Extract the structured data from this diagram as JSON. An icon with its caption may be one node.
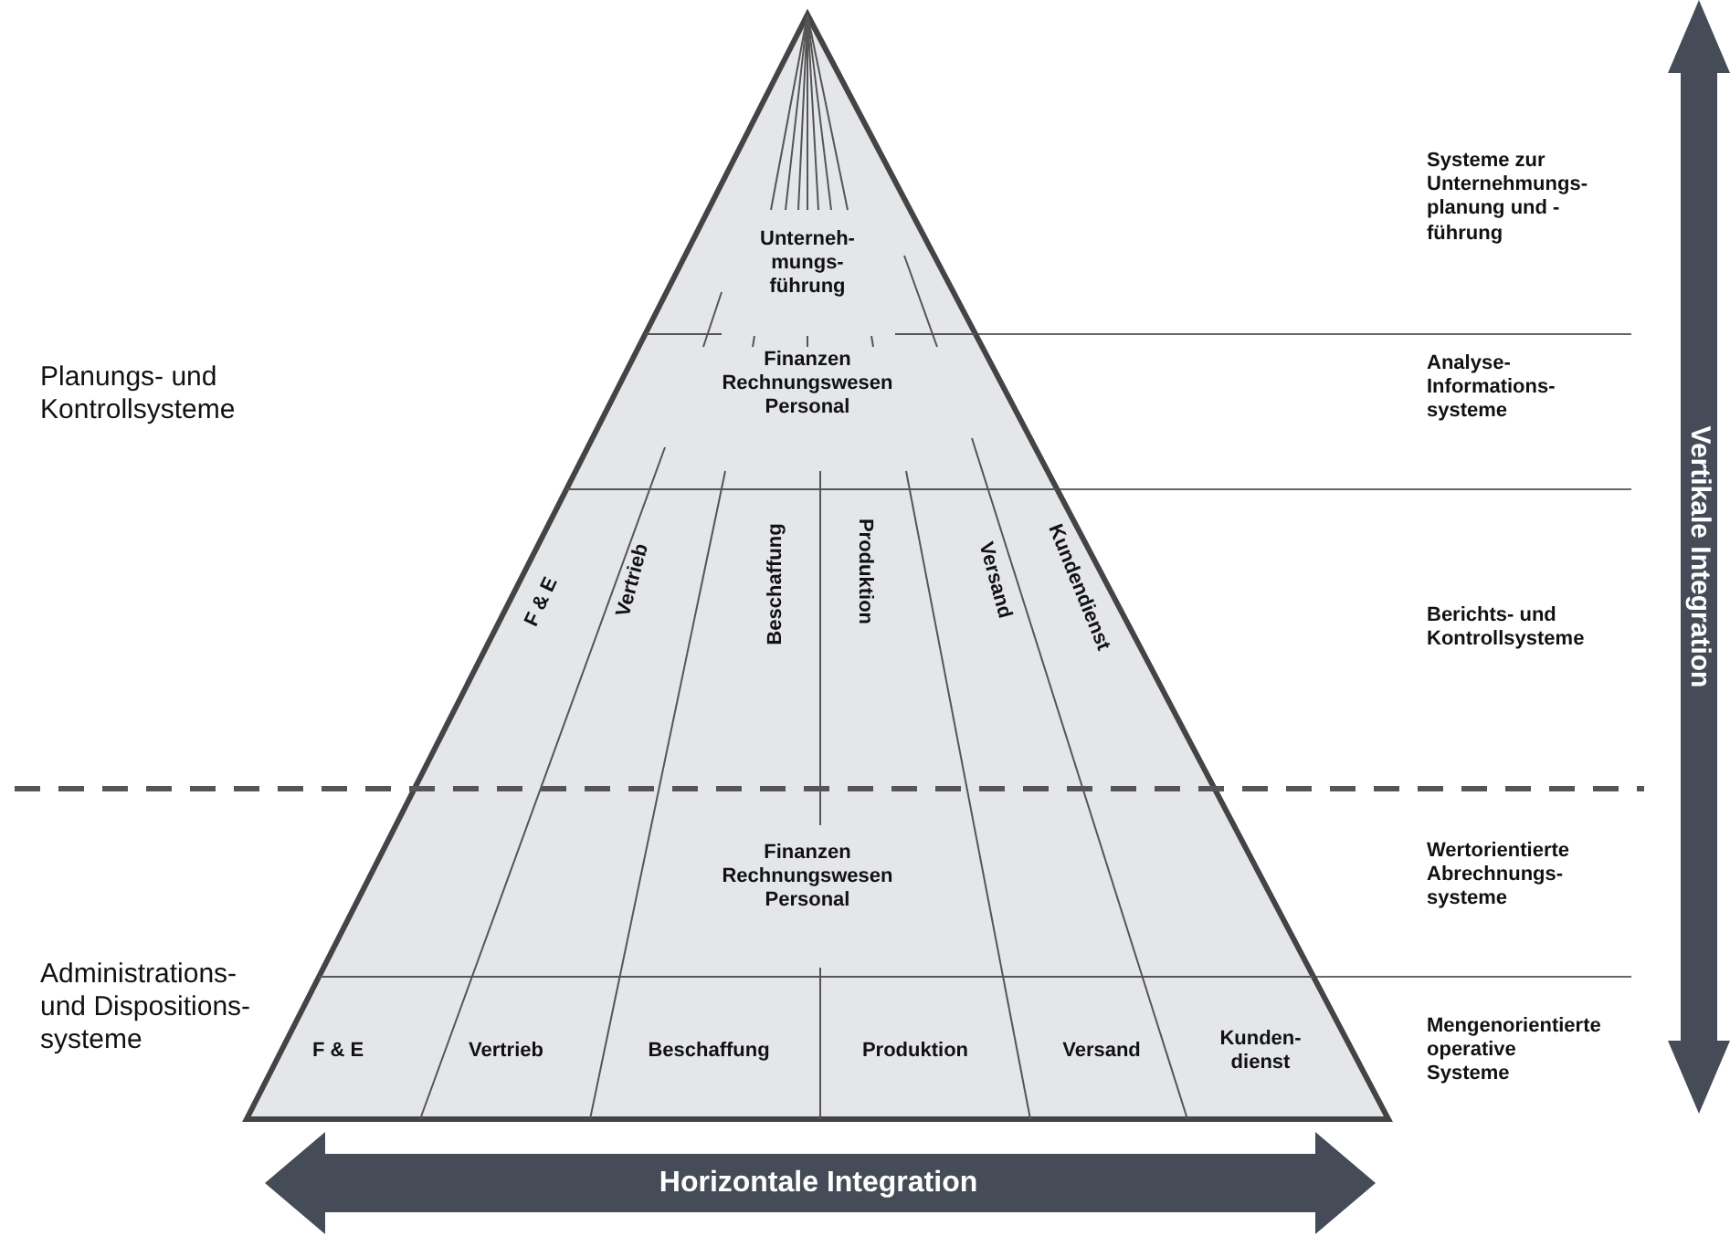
{
  "diagram": {
    "labels": [
      "Unterneh- mungs- führung",
      "Systeme zur Unternehmungs- planung und -führung",
      "Planungs- und Kontrollsysteme",
      "Finanzen Rechnungswesen Personal",
      "Analyse- Informations- systeme",
      "F & E",
      "Vertrieb",
      "Beschaffung",
      "Produktion",
      "Versand",
      "Kundendienst",
      "Berichts- und Kontrollsysteme",
      "Vertikale Integration",
      "Administrations- und Dispositions- systeme",
      "Finanzen Rechnungswesen Personal",
      "Wertorientierte Abrechnungs- systeme",
      "F & E",
      "Vertrieb",
      "Beschaffung",
      "Produktion",
      "Versand",
      "Kunden- dienst",
      "Mengenorientierte operative Systeme",
      "Horizontale Integration"
    ]
  }
}
